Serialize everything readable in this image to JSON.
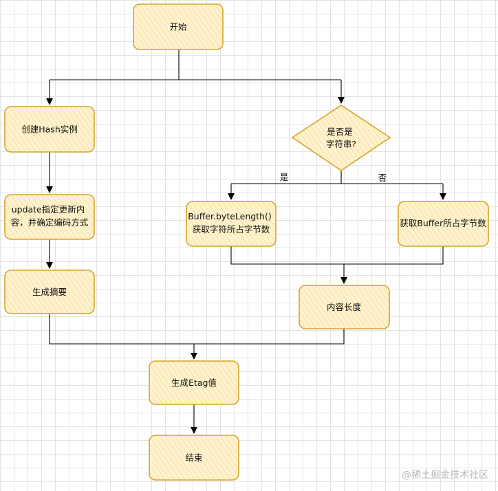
{
  "colors": {
    "node_fill": "#fff2cc",
    "node_stroke": "#d6a52b",
    "edge": "#000000"
  },
  "nodes": {
    "start": {
      "lines": [
        "开始"
      ]
    },
    "create_hash": {
      "lines": [
        "创建Hash实例"
      ]
    },
    "update": {
      "lines": [
        "update指定更新内",
        "容，并确定编码方式"
      ]
    },
    "digest": {
      "lines": [
        "生成摘要"
      ]
    },
    "is_string": {
      "lines": [
        "是否是",
        "字符串?"
      ]
    },
    "byte_length": {
      "lines": [
        "Buffer.byteLength()",
        "获取字符所占字节数"
      ]
    },
    "buffer_bytes": {
      "lines": [
        "获取Buffer所占字节数"
      ]
    },
    "content_length": {
      "lines": [
        "内容长度"
      ]
    },
    "gen_etag": {
      "lines": [
        "生成Etag值"
      ]
    },
    "end": {
      "lines": [
        "结束"
      ]
    }
  },
  "edge_labels": {
    "yes": "是",
    "no": "否"
  },
  "watermark": "@稀土掘金技术社区"
}
